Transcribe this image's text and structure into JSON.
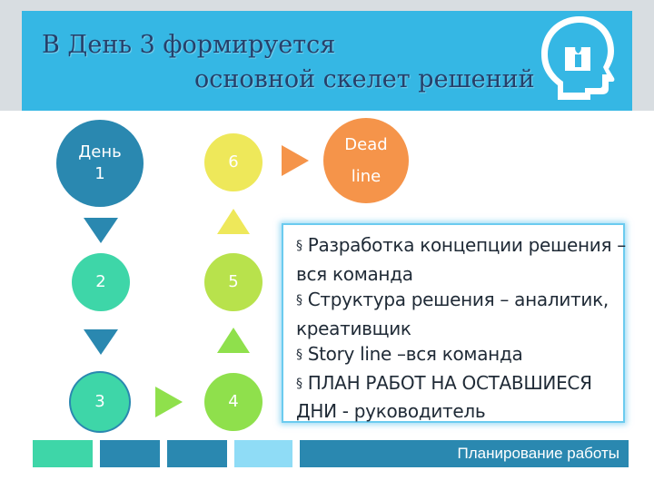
{
  "title": {
    "line1": "В День 3 формируется",
    "line2": "основной скелет решений"
  },
  "icons": {
    "head": "head-with-candle-icon"
  },
  "steps": {
    "day1": "День\n1",
    "day2": "2",
    "day3": "3",
    "day4": "4",
    "day5": "5",
    "day6": "6",
    "deadline_line1": "Dead",
    "deadline_line2": "line"
  },
  "tasks": [
    {
      "bullet": "§",
      "text": "Разработка концепции решения – вся команда"
    },
    {
      "bullet": "§",
      "text": "Структура решения – аналитик, креативщик"
    },
    {
      "bullet": "§",
      "text": "Story line –вся команда"
    },
    {
      "bullet": "§",
      "text": "ПЛАН РАБОТ НА ОСТАВШИЕСЯ ДНИ - руководитель"
    }
  ],
  "footer": {
    "label": "Планирование работы"
  },
  "colors": {
    "banner": "#35b7e4",
    "title": "#26406a",
    "teal_dark": "#2a88b0",
    "teal_light": "#3ed6a8",
    "yellow": "#eee85a",
    "orange": "#f5944a",
    "green": "#8fe04c"
  }
}
